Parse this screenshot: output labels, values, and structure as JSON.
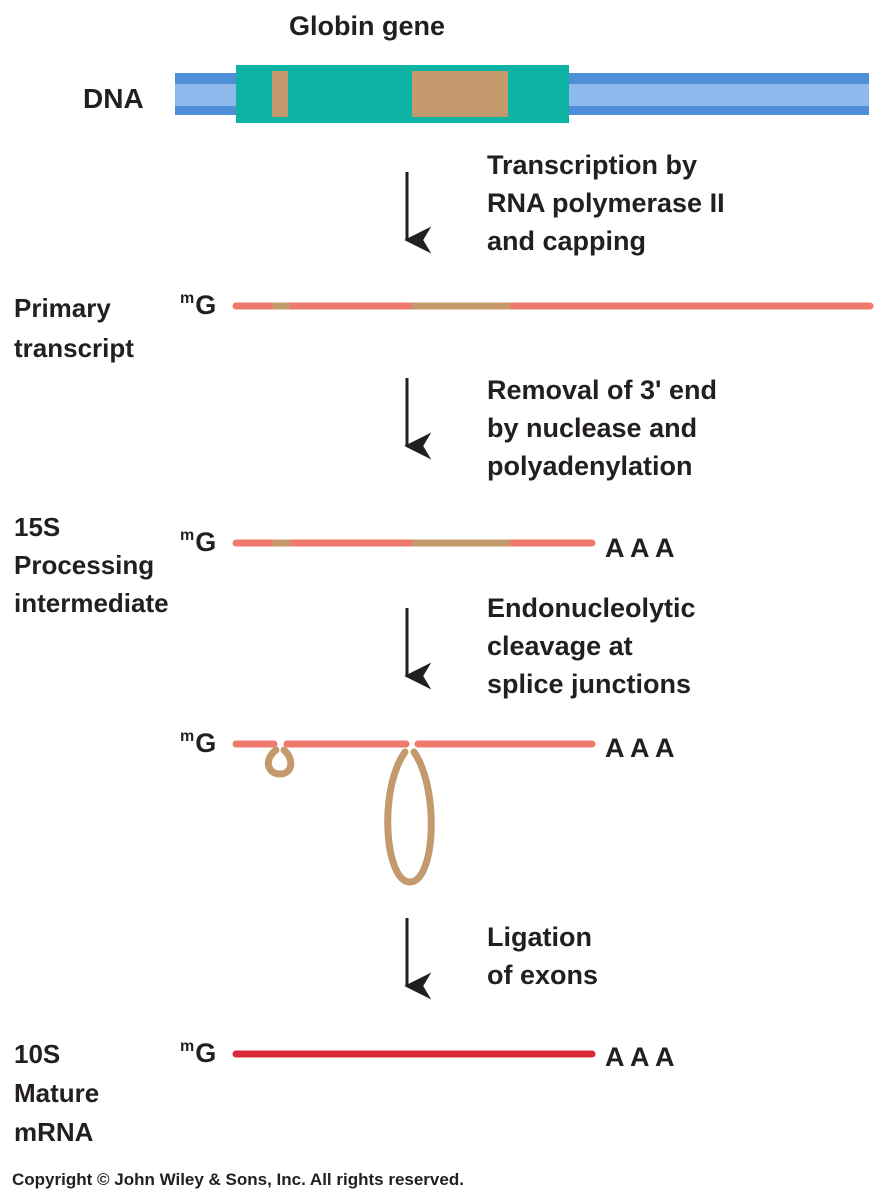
{
  "gene_title": "Globin gene",
  "dna_label": "DNA",
  "cap": {
    "sup": "m",
    "base": "G"
  },
  "poly_a": "A A A",
  "steps": [
    {
      "text": "Transcription by\nRNA polymerase II\nand capping"
    },
    {
      "text": "Removal of 3' end\nby nuclease and\npolyadenylation"
    },
    {
      "text": "Endonucleolytic\ncleavage at\nsplice junctions"
    },
    {
      "text": "Ligation\nof exons"
    }
  ],
  "stages": {
    "primary": {
      "lines": [
        "Primary",
        "transcript"
      ]
    },
    "intermediate": {
      "lines": [
        "15S",
        "Processing",
        "intermediate"
      ]
    },
    "mature": {
      "lines": [
        "10S",
        "Mature",
        "mRNA"
      ]
    }
  },
  "copyright": "Copyright © John Wiley & Sons, Inc. All rights reserved.",
  "colors": {
    "dna_blue": "#4f8fd7",
    "dna_light": "#8fb9ec",
    "gene_teal": "#0fb3a4",
    "intron_tan": "#c49a6c",
    "rna_pink": "#ee7a6e",
    "mrna_red": "#d7283a",
    "text": "#231f20"
  }
}
